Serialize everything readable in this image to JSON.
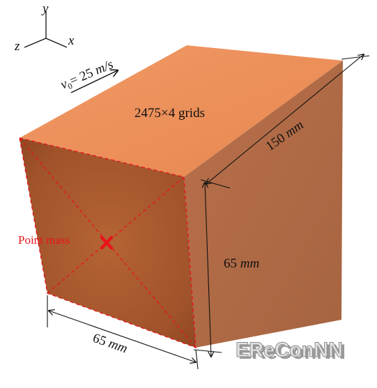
{
  "axes": {
    "y_label": "y",
    "z_label": "z",
    "x_label": "x"
  },
  "velocity": {
    "symbol": "v",
    "subscript": "0",
    "value_text": "= 25 ",
    "unit": "m/s"
  },
  "grid_label": "2475×4 grids",
  "dimensions": {
    "length_value": "150 ",
    "length_unit": "mm",
    "height_value": "65 ",
    "height_unit": "mm",
    "width_value": "65 ",
    "width_unit": "mm"
  },
  "point_mass_label": "Point mass",
  "watermark": "EReConNN",
  "colors": {
    "top_face": "#ee8c55",
    "front_face": "#a8582d",
    "side_face": "#b9714c",
    "point_mass": "#e8141a",
    "dimension_lines": "#111111"
  }
}
